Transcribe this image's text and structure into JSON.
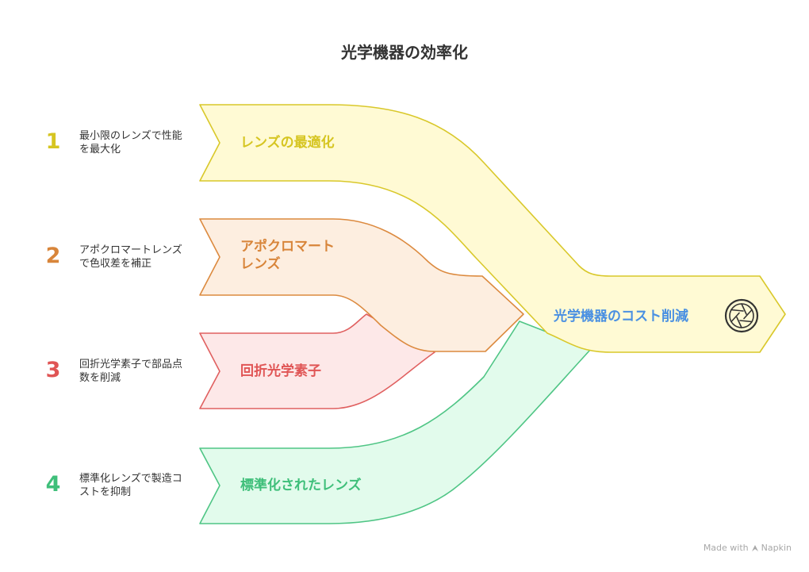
{
  "title": "光学機器の効率化",
  "result": {
    "label": "光学機器のコスト削減",
    "icon": "aperture-icon",
    "color": "#4a90e2"
  },
  "steps": [
    {
      "number": "1",
      "label": "レンズの最適化",
      "description": "最小限のレンズで性能を最大化",
      "color": "#d6c521",
      "fill": "#fff9d6",
      "stroke": "#d9c82a"
    },
    {
      "number": "2",
      "label": "アポクロマートレンズ",
      "label_lines": [
        "アポクロマート",
        "レンズ"
      ],
      "description": "アポクロマートレンズで色収差を補正",
      "color": "#d8853a",
      "fill": "#fdeee0",
      "stroke": "#dc8a3f"
    },
    {
      "number": "3",
      "label": "回折光学素子",
      "description": "回折光学素子で部品点数を削減",
      "color": "#e05555",
      "fill": "#fde8e8",
      "stroke": "#e06060"
    },
    {
      "number": "4",
      "label": "標準化されたレンズ",
      "description": "標準化レンズで製造コストを抑制",
      "color": "#3fbf7a",
      "fill": "#e2fbec",
      "stroke": "#4fc585"
    }
  ],
  "watermark": {
    "prefix": "Made with",
    "brand": "Napkin"
  }
}
